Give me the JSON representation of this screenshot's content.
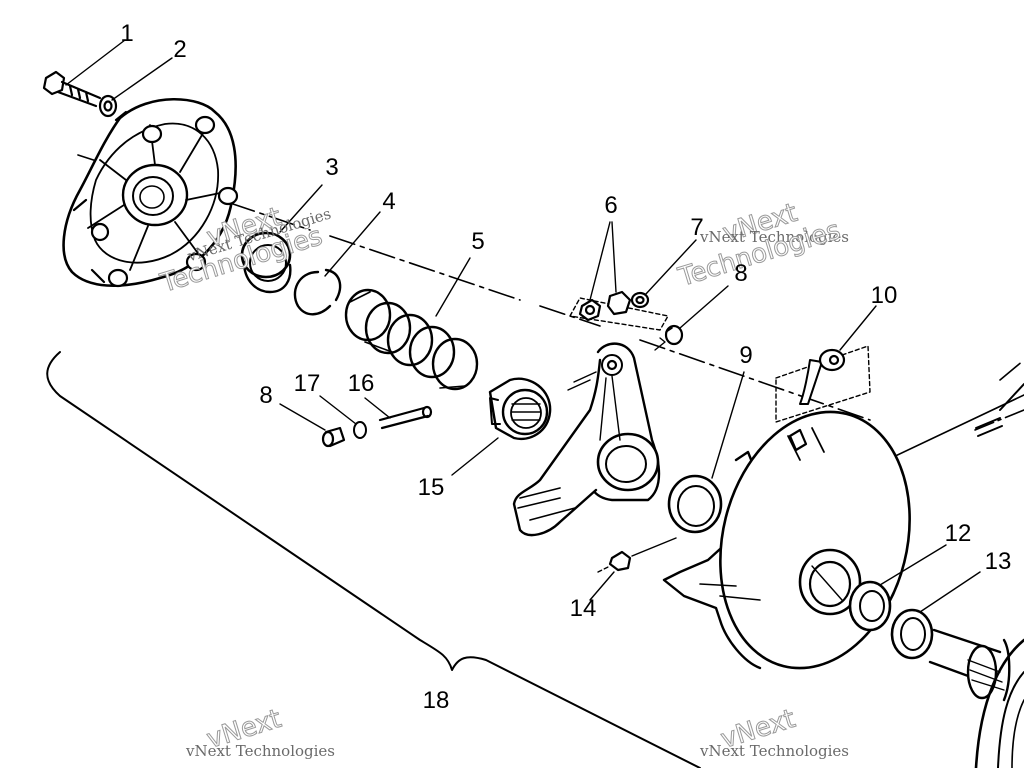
{
  "callouts": {
    "c1": "1",
    "c2": "2",
    "c3": "3",
    "c4": "4",
    "c5": "5",
    "c6": "6",
    "c7": "7",
    "c8a": "8",
    "c8b": "8",
    "c9": "9",
    "c10": "10",
    "c12": "12",
    "c13": "13",
    "c14": "14",
    "c15": "15",
    "c16": "16",
    "c17": "17",
    "c18": "18"
  },
  "watermark": {
    "brand": "vNext",
    "company": "vNext Technologies",
    "tech": "Technologies"
  },
  "colors": {
    "ink": "#000000",
    "paper": "#ffffff",
    "watermark": "#9a9a9a"
  }
}
